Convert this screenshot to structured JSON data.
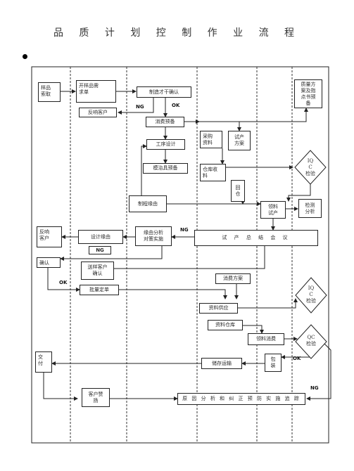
{
  "title": "品 质 计 划 控 制 作 业 流 程",
  "boxes": {
    "sample_request": "样品\n索取",
    "open_sample_order": "开样品需\n求单",
    "make_confirm": "制造才干确认",
    "feedback_customer_1": "反响客户",
    "consumption_prep": "消费预备",
    "quality_plan": "质量方\n案及指\n点书预\n备",
    "purchase_material": "采购\n资料",
    "trial_plan": "试产\n方案",
    "process_design": "工序设计",
    "mold_prep": "模治具预备",
    "warehouse_receive": "仓库收\n料",
    "return_warehouse": "回\n仓",
    "process_defect": "制程缘由",
    "pick_trial": "领料\n试产",
    "inspect_analysis": "检测\n分析",
    "feedback_customer_2": "反响\n客户",
    "design_defect": "设计缘由",
    "defect_analysis": "缘由分析\n对策实施",
    "trial_summary": "试 产 总 结 会 议",
    "confirm": "确认",
    "send_sample": "送样客户\n确认",
    "mass_order": "批量定单",
    "production_plan": "消费方案",
    "material_supply": "资料供应",
    "material_warehouse": "资料仓库",
    "pick_production": "领料消费",
    "delivery": "交\n付",
    "store_transport": "储存运输",
    "packing": "包\n装",
    "customer_complaint": "客户赞\n扬",
    "root_cause": "原 因 分 析 和 纠 正 预 防 实 施 追 踪"
  },
  "diamonds": {
    "iqc_1": "IQ\nC\n检验",
    "iqc_2": "IQ\nC\n检验",
    "qc": "QC\n检验"
  },
  "labels": {
    "ng_make": "NG",
    "ok_make": "OK",
    "ng_summary": "NG",
    "ng_design": "NG",
    "ok_confirm": "OK",
    "ok_qc": "OK",
    "ng_qc": "NG"
  }
}
